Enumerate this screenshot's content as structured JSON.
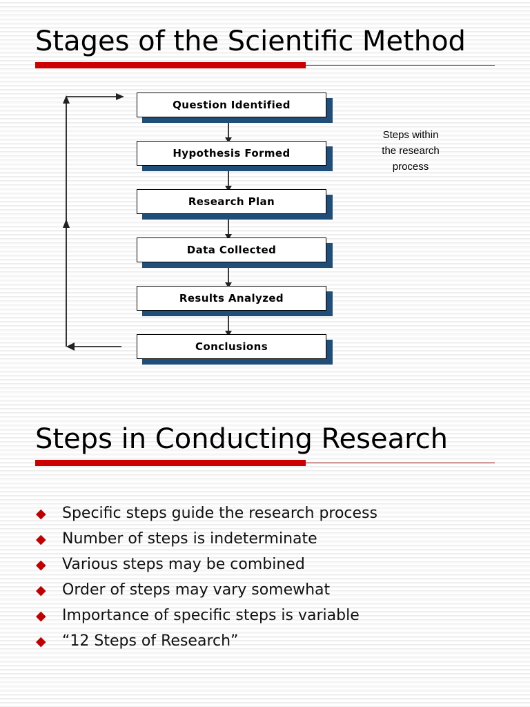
{
  "slide_one": {
    "heading": "Stages of the Scientific Method",
    "flowchart": {
      "steps": [
        {
          "label": "Question Identified"
        },
        {
          "label": "Hypothesis Formed"
        },
        {
          "label": "Research Plan"
        },
        {
          "label": "Data Collected"
        },
        {
          "label": "Results Analyzed"
        },
        {
          "label": "Conclusions"
        }
      ],
      "box_fill": "#ffffff",
      "box_border": "#000000",
      "shadow_color": "#1f4e79",
      "connector_color": "#333333",
      "loop_color": "#333333"
    },
    "side_caption": {
      "line1": "Steps within",
      "line2": "the research",
      "line3": "process"
    }
  },
  "slide_two": {
    "heading": "Steps in Conducting Research",
    "bullet_marker": "◆",
    "bullets": [
      "Specific steps guide the research process",
      "Number of steps is indeterminate",
      "Various steps may be combined",
      "Order of steps may vary somewhat",
      "Importance of specific steps is variable",
      "“12 Steps of Research”"
    ]
  },
  "theme": {
    "accent_red": "#cc0000",
    "rule_thin_red": "#9e1414",
    "navy": "#1f4e79",
    "text_black": "#000000",
    "background": "#ffffff"
  }
}
